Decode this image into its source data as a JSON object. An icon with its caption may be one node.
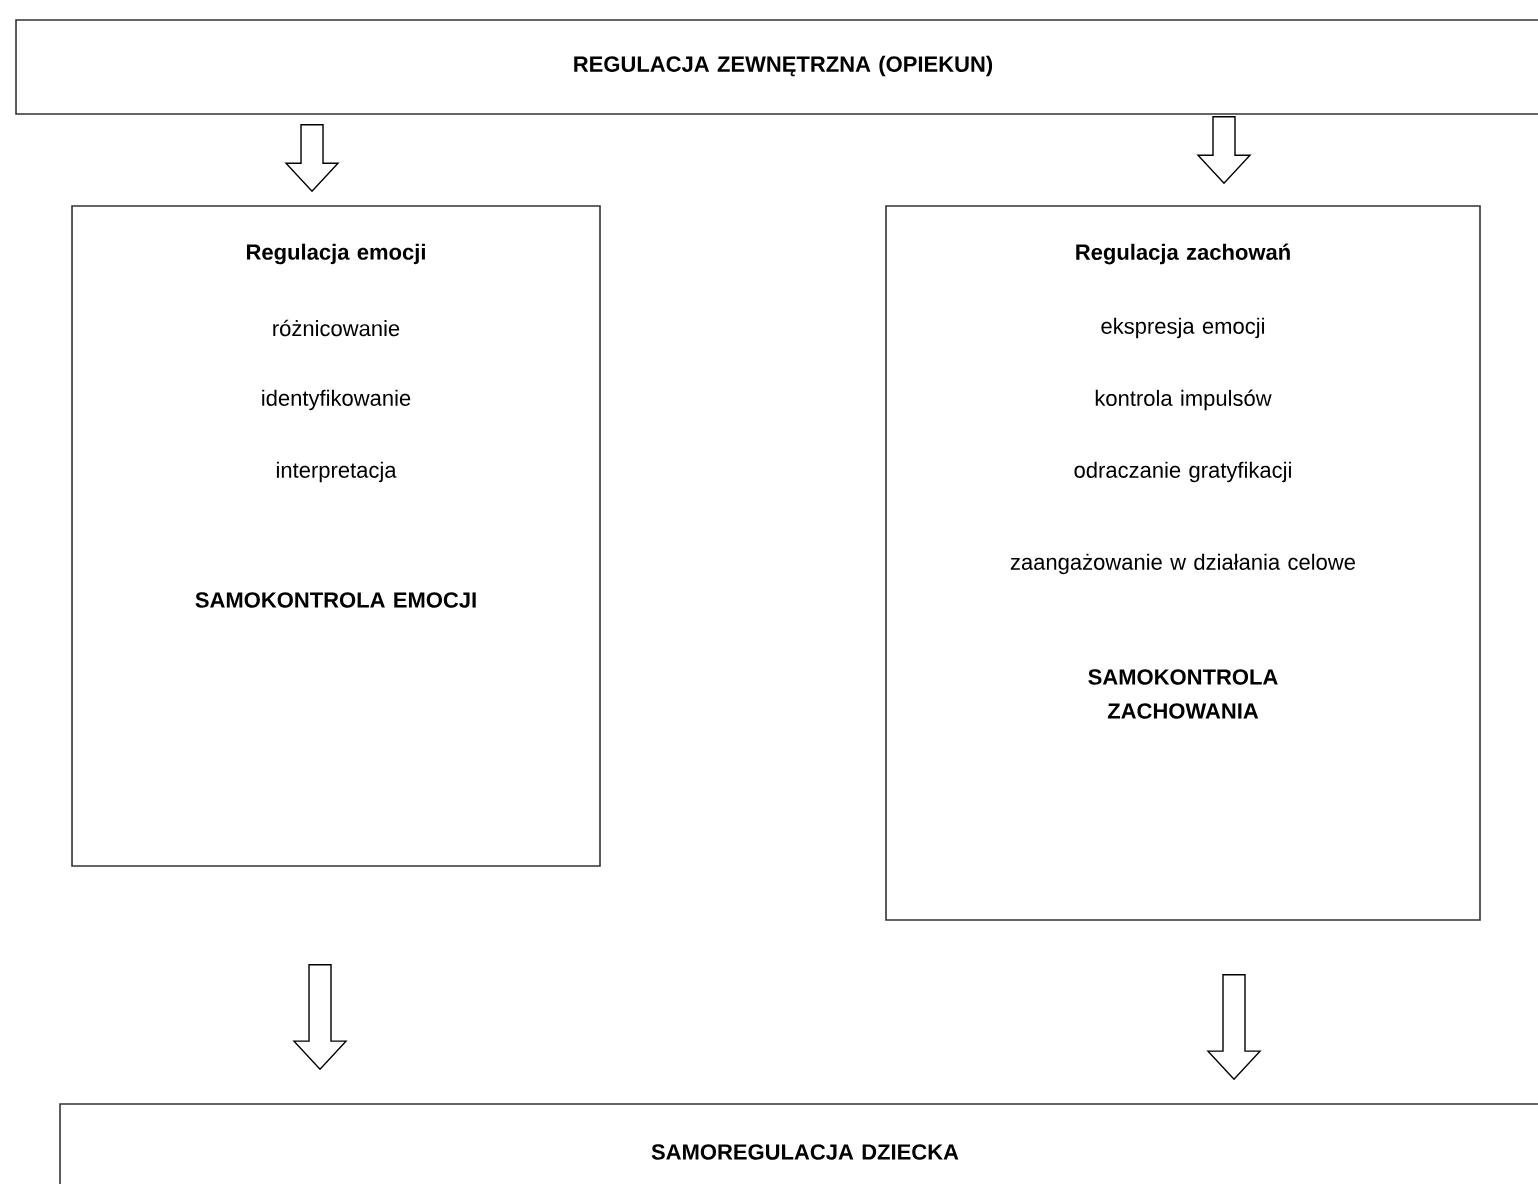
{
  "diagram": {
    "nodes": [
      {
        "text": [
          "REGULACJA ZEWNĘTRZNA (OPIEKUN)"
        ]
      },
      {
        "text": [
          "Regulacja emocji",
          "różnicowanie",
          "identyfikowanie",
          "interpretacja",
          "SAMOKONTROLA EMOCJI"
        ]
      },
      {
        "text": [
          "Regulacja zachowań",
          "ekspresja emocji",
          "kontrola impulsów",
          "odraczanie gratyfikacji",
          "zaangażowanie w działania celowe",
          "SAMOKONTROLA ZACHOWANIA"
        ]
      },
      {
        "text": [
          "SAMOREGULACJA DZIECKA"
        ]
      }
    ],
    "edges": [
      {
        "from": 0,
        "to": 1,
        "arrow": "to"
      },
      {
        "from": 0,
        "to": 2,
        "arrow": "to"
      },
      {
        "from": 1,
        "to": 3,
        "arrow": "to"
      },
      {
        "from": 2,
        "to": 3,
        "arrow": "to"
      }
    ]
  }
}
